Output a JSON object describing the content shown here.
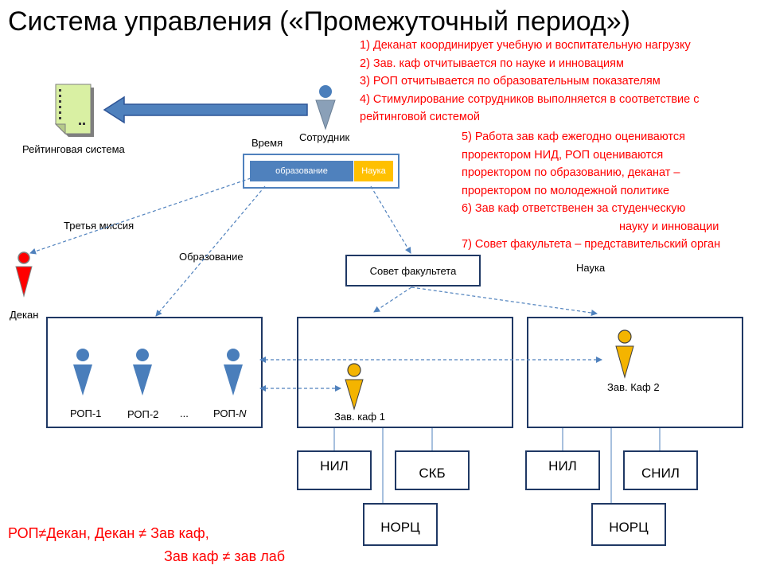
{
  "title": "Система управления («Промежуточный период»)",
  "notes": [
    "1) Деканат координирует учебную и воспитательную нагрузку",
    "2) Зав. каф отчитывается по науке и инновациям",
    "3) РОП отчитывается по образовательным показателям",
    "4) Стимулирование сотрудников выполняется в соответствие с",
    "рейтинговой системой"
  ],
  "notes2": [
    "5) Работа зав каф ежегодно оцениваются",
    "проректором НИД,  РОП оцениваются",
    "проректором по образованию, деканат –",
    "проректором по молодежной политике",
    "6) Зав каф ответственен  за студенческую",
    "науку и инновации",
    "7) Совет факультета – представительский орган"
  ],
  "labels": {
    "rating_system": "Рейтинговая система",
    "employee": "Сотрудник",
    "time": "Время",
    "bar_education": "образование",
    "bar_science": "Наука",
    "third_mission": "Третья миссия",
    "education": "Образование",
    "faculty_council": "Совет факультета",
    "science": "Наука",
    "dean": "Декан",
    "rop1": "РОП-1",
    "rop2": "РОП-2",
    "ellipsis": "...",
    "ropn_prefix": "РОП-",
    "ropn_suffix": "N",
    "head1": "Зав. каф 1",
    "head2": "Зав. Каф 2",
    "nil1": "НИЛ",
    "skb": "СКБ",
    "norc1": "НОРЦ",
    "nil2": "НИЛ",
    "snil": "СНИЛ",
    "norc2": "НОРЦ"
  },
  "footer": {
    "line1": "РОП≠Декан, Декан ≠ Зав каф,",
    "line2": "Зав каф ≠ зав лаб"
  },
  "colors": {
    "person_blue": "#4a7ebb",
    "person_yellow": "#f4b400",
    "person_red": "#ff0000",
    "person_gray": "#8aa0b8",
    "box_border": "#1f3864",
    "arrow_blue": "#4f81bd",
    "note_red": "#ff0000",
    "bar_education": "#4f81bd",
    "bar_science": "#ffc000"
  }
}
